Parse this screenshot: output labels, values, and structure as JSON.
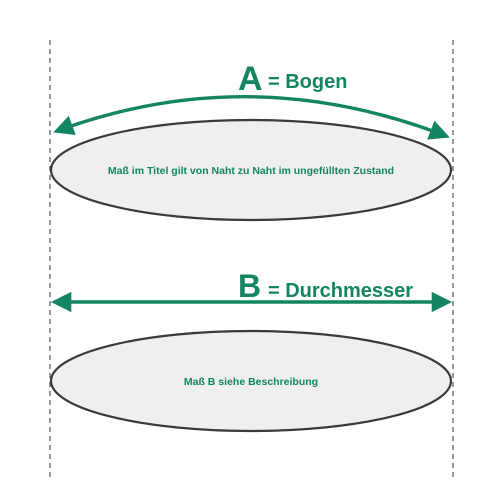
{
  "colors": {
    "accent": "#148562",
    "ellipse_fill": "#efefef",
    "ellipse_stroke": "#3a3a3a",
    "guide": "#555555",
    "background": "#ffffff"
  },
  "section_a": {
    "letter": "A",
    "label": "= Bogen",
    "ellipse_text": "Maß im Titel gilt von Naht zu Naht im ungefüllten Zustand"
  },
  "section_b": {
    "letter": "B",
    "label": "= Durchmesser",
    "ellipse_text": "Maß B siehe Beschreibung"
  }
}
